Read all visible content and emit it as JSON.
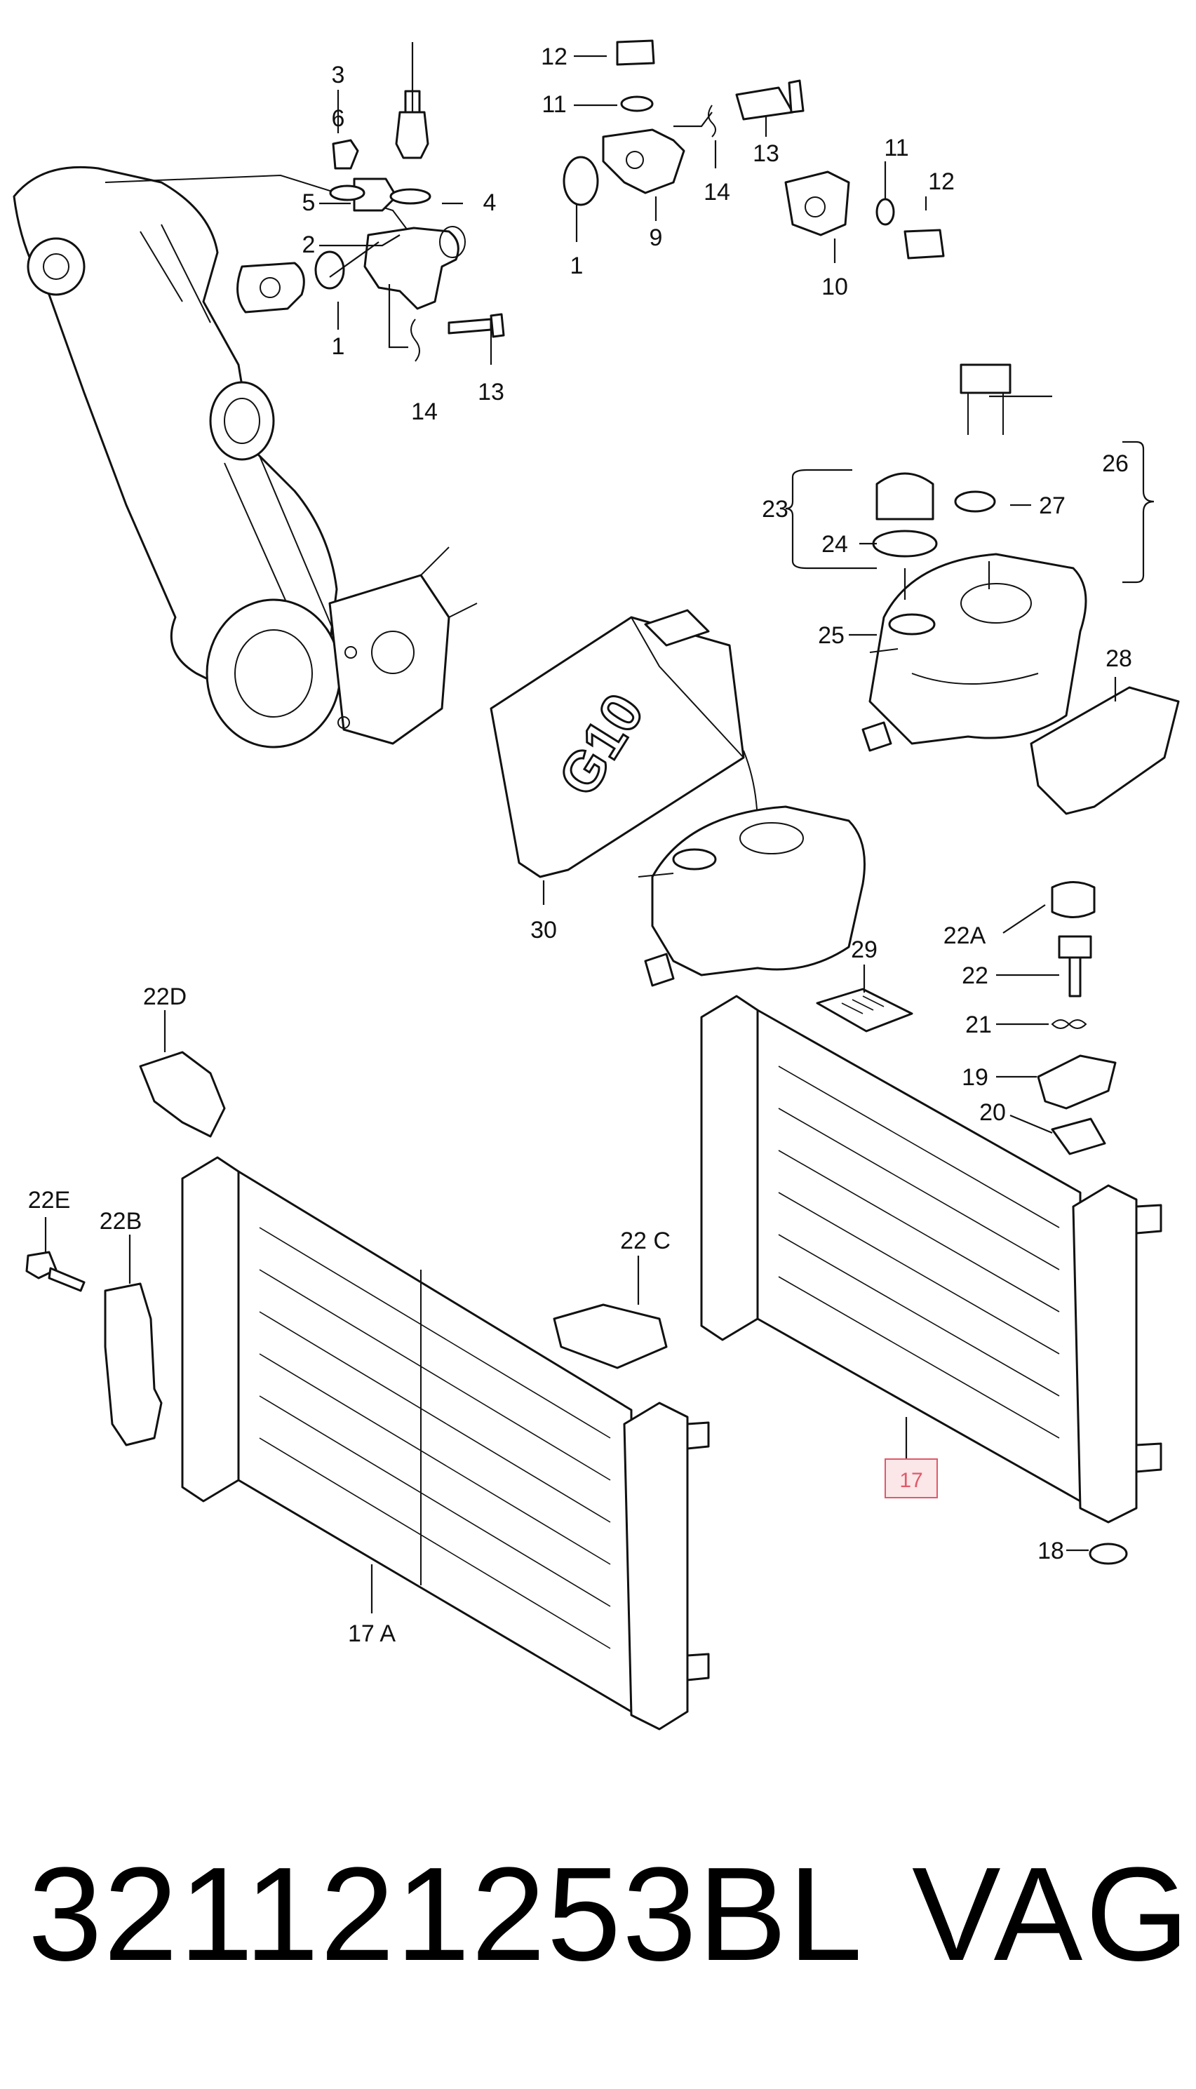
{
  "callouts": {
    "c1a": "1",
    "c1b": "1",
    "c2": "2",
    "c3": "3",
    "c4": "4",
    "c5": "5",
    "c6": "6",
    "c9": "9",
    "c10": "10",
    "c11a": "11",
    "c11b": "11",
    "c12a": "12",
    "c12b": "12",
    "c13a": "13",
    "c13b": "13",
    "c14a": "14",
    "c14b": "14",
    "c17": "17",
    "c17A": "17 A",
    "c18": "18",
    "c19": "19",
    "c20": "20",
    "c21": "21",
    "c22": "22",
    "c22A": "22A",
    "c22B": "22B",
    "c22C": "22 C",
    "c22D": "22D",
    "c22E": "22E",
    "c23": "23",
    "c24": "24",
    "c25": "25",
    "c26": "26",
    "c27": "27",
    "c28": "28",
    "c29": "29",
    "c30": "30"
  },
  "canister_label": "G10",
  "highlight_color": "#e05a6a",
  "footer": {
    "part_number": "321121253BL",
    "brand": "VAG"
  }
}
